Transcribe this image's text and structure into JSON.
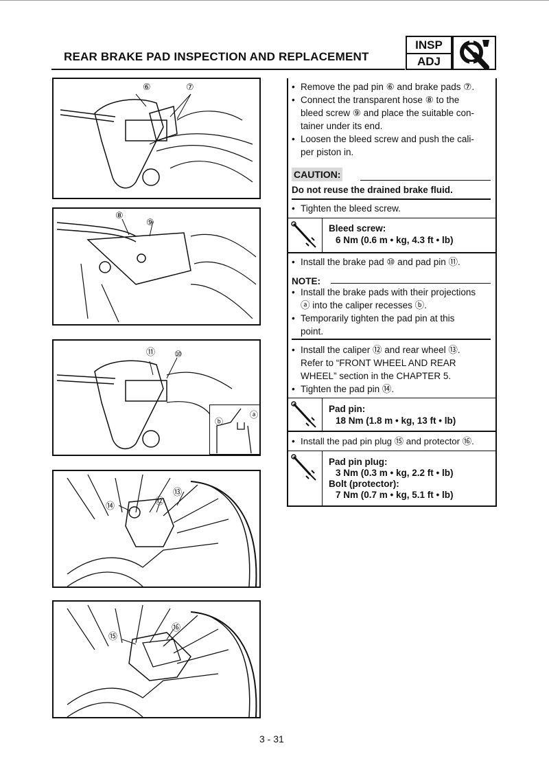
{
  "header": {
    "title": "REAR BRAKE PAD INSPECTION AND REPLACEMENT",
    "tab_top": "INSP",
    "tab_bottom": "ADJ",
    "tool_icon": "wrench-screwdriver-icon"
  },
  "figures": [
    {
      "callouts": [
        "⑥",
        "⑦"
      ]
    },
    {
      "callouts": [
        "⑧",
        "⑨"
      ]
    },
    {
      "callouts": [
        "⑪",
        "⑩",
        "ⓑ",
        "ⓐ"
      ]
    },
    {
      "callouts": [
        "⑭",
        "⑫",
        "⑬"
      ]
    },
    {
      "callouts": [
        "⑮",
        "⑯"
      ]
    }
  ],
  "steps": {
    "s1": "Remove the pad pin ⑥ and brake pads ⑦.",
    "s2a": "Connect the transparent hose ⑧ to the",
    "s2b": "bleed screw ⑨ and place the suitable con-",
    "s2c": "tainer under its end.",
    "s3a": "Loosen the bleed screw and push the cali-",
    "s3b": "per piston in.",
    "caution_label": "CAUTION:",
    "caution_text": "Do not reuse the drained brake fluid.",
    "s4": "Tighten the bleed screw.",
    "spec1_label": "Bleed screw:",
    "spec1_value": "6 Nm (0.6 m • kg, 4.3 ft • lb)",
    "s5": "Install the brake pad ⑩ and pad pin ⑪.",
    "note_label": "NOTE:",
    "n1a": "Install the brake pads with their projections",
    "n1b": "ⓐ into the caliper recesses ⓑ.",
    "n2a": "Temporarily tighten the pad pin at this",
    "n2b": "point.",
    "s6a": "Install the caliper ⑫ and rear wheel ⑬.",
    "s6b": "Refer to “FRONT WHEEL AND REAR",
    "s6c": "WHEEL” section in the CHAPTER 5.",
    "s7": "Tighten the pad pin ⑭.",
    "spec2_label": "Pad pin:",
    "spec2_value": "18 Nm (1.8 m • kg, 13 ft • lb)",
    "s8": "Install the pad pin plug ⑮ and protector ⑯.",
    "spec3_label1": "Pad pin plug:",
    "spec3_value1": "3 Nm (0.3 m • kg, 2.2 ft • lb)",
    "spec3_label2": "Bolt (protector):",
    "spec3_value2": "7 Nm (0.7 m • kg, 5.1 ft • lb)",
    "torque_icon": "torque-wrench-icon"
  },
  "footer": {
    "page": "3 - 31"
  }
}
